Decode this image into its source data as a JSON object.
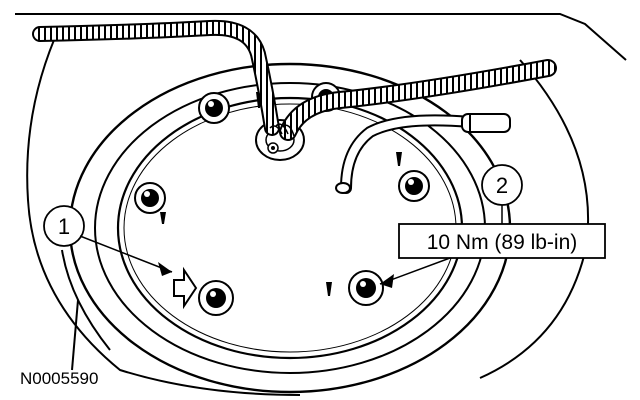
{
  "figure": {
    "reference_id": "N0005590",
    "callouts": [
      {
        "number": "1"
      },
      {
        "number": "2",
        "spec": "10 Nm (89 lb-in)"
      }
    ]
  }
}
